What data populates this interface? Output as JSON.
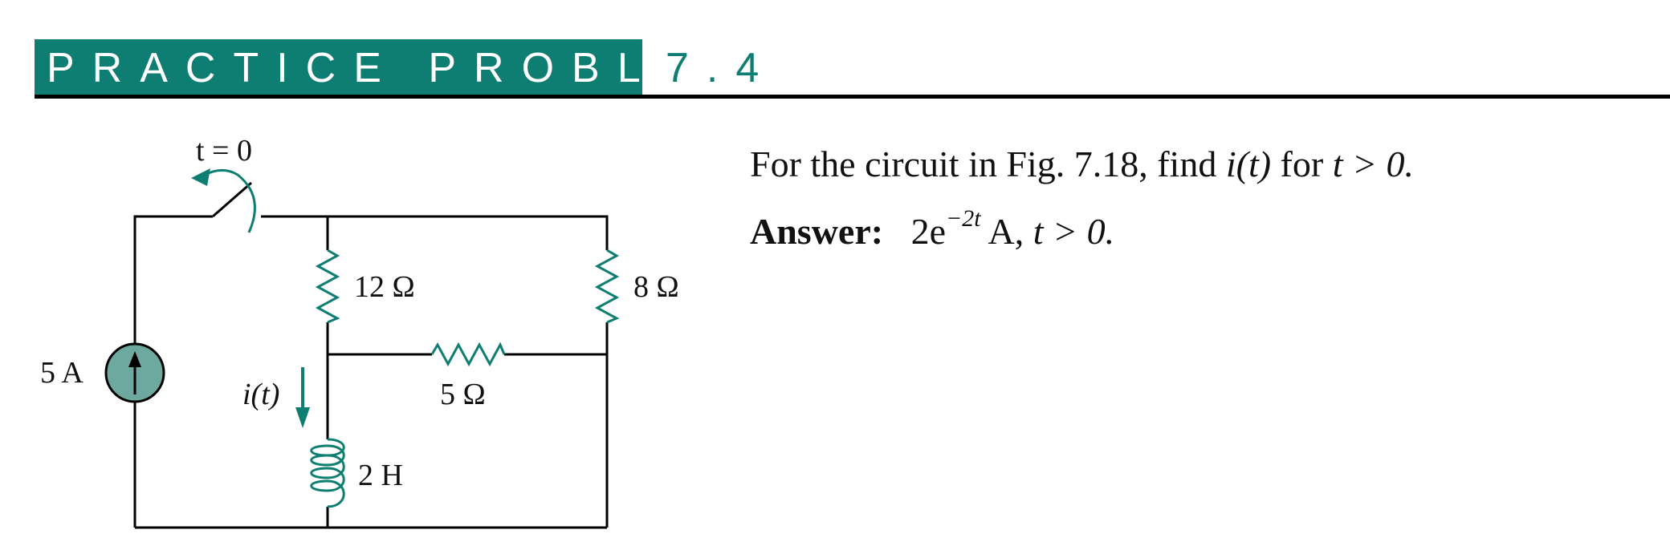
{
  "header": {
    "title": "PRACTICE PROBLEM",
    "number": "7.4",
    "accent_color": "#0e7d72"
  },
  "circuit": {
    "switch_label": "t = 0",
    "source_label": "5 A",
    "r1_label": "12 Ω",
    "r2_label": "8 Ω",
    "r3_label": "5 Ω",
    "inductor_label": "2 H",
    "current_label": "i(t)"
  },
  "problem": {
    "statement_prefix": "For the circuit in Fig. 7.18, find ",
    "statement_var": "i(t)",
    "statement_mid": " for ",
    "statement_cond": "t > 0.",
    "answer_label": "Answer:",
    "answer_coef": "2e",
    "answer_exp": "−2t",
    "answer_unit": " A, ",
    "answer_cond": "t > 0."
  }
}
